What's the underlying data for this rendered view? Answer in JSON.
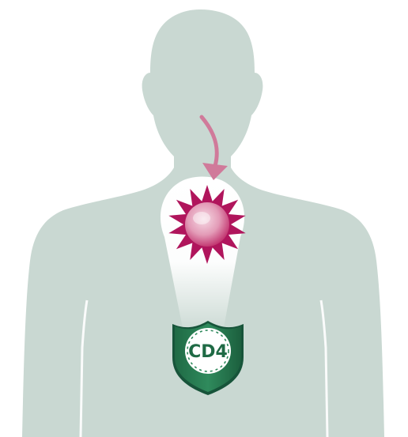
{
  "colors": {
    "background": "#ffffff",
    "silhouette": "#c9d8d2",
    "spotlight": "#ffffff",
    "arrow": "#d07a9a",
    "virus_spike": "#b0155c",
    "virus_core_light": "#f4d2dd",
    "virus_core_dark": "#c0306c",
    "shield_dark": "#1f6a45",
    "shield_mid": "#2f8a5c",
    "shield_light": "#3e9e6c",
    "shield_inner": "#ffffff",
    "cd4_text": "#1f6a45"
  },
  "icons": {
    "body": "human-torso-silhouette",
    "arrow": "curved-down-arrow",
    "virus": "spiked-virus-particle",
    "shield": "shield-badge"
  },
  "shield": {
    "label": "CD4"
  }
}
